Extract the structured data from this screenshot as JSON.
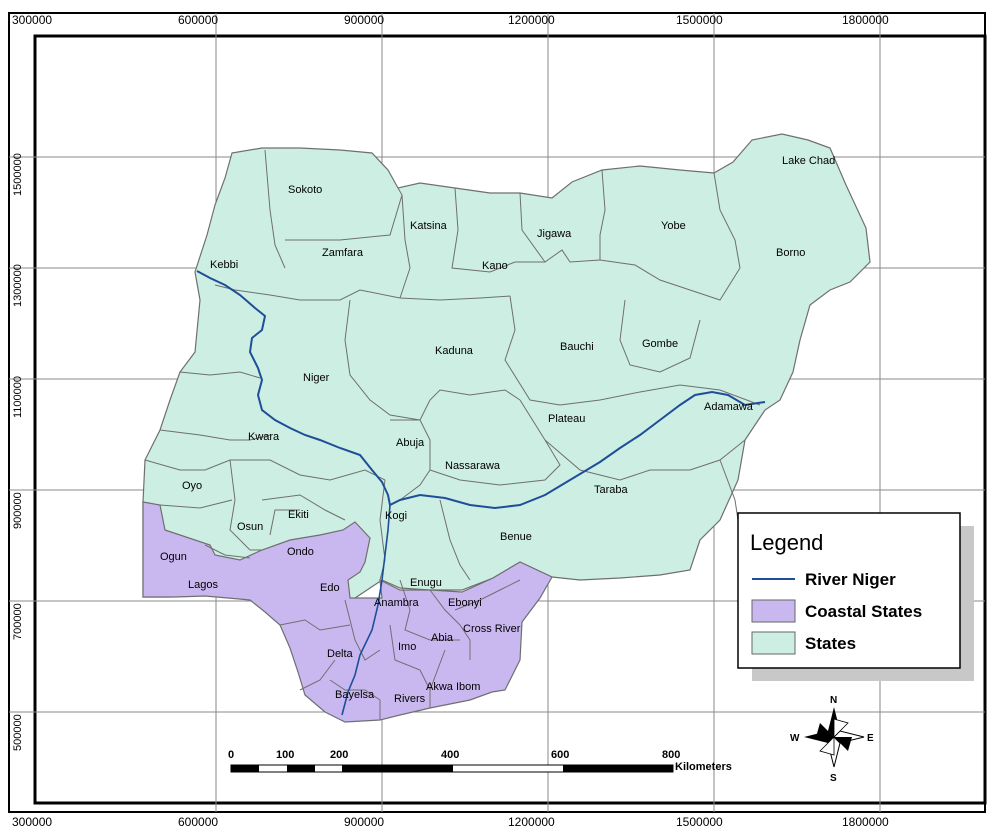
{
  "map": {
    "top_coords": [
      "300000",
      "600000",
      "900000",
      "1200000",
      "1500000",
      "1800000"
    ],
    "bottom_coords": [
      "300000",
      "600000",
      "900000",
      "1200000",
      "1500000",
      "1800000"
    ],
    "left_coords": [
      "1500000",
      "1300000",
      "1100000",
      "900000",
      "700000",
      "500000"
    ],
    "states": [
      "Sokoto",
      "Katsina",
      "Jigawa",
      "Yobe",
      "Borno",
      "Zamfara",
      "Kano",
      "Kebbi",
      "Kaduna",
      "Bauchi",
      "Gombe",
      "Niger",
      "Plateau",
      "Adamawa",
      "Kwara",
      "Abuja",
      "Nassarawa",
      "Taraba",
      "Oyo",
      "Kogi",
      "Benue",
      "Ekiti",
      "Osun",
      "Ogun",
      "Ondo",
      "Lagos",
      "Edo",
      "Enugu",
      "Anambra",
      "Ebonyi",
      "Cross River",
      "Abia",
      "Imo",
      "Delta",
      "Akwa Ibom",
      "Bayelsa",
      "Rivers"
    ],
    "feature_labels": [
      "Lake Chad"
    ]
  },
  "legend": {
    "title": "Legend",
    "items": [
      {
        "label": "River Niger",
        "symbol": "line",
        "color": "#1f4e99"
      },
      {
        "label": "Coastal States",
        "symbol": "fill",
        "color": "#c9b8f0"
      },
      {
        "label": "States",
        "symbol": "fill",
        "color": "#cdeee2"
      }
    ]
  },
  "scale_bar": {
    "ticks": [
      "0",
      "100",
      "200",
      "400",
      "600",
      "800"
    ],
    "unit": "Kilometers"
  },
  "north_arrow": {
    "n": "N",
    "s": "S",
    "e": "E",
    "w": "W"
  },
  "colors": {
    "states_fill": "#cdeee2",
    "coastal_fill": "#c9b8f0",
    "river": "#1f4e99",
    "grid": "#8a8a8a",
    "border": "#666666"
  }
}
